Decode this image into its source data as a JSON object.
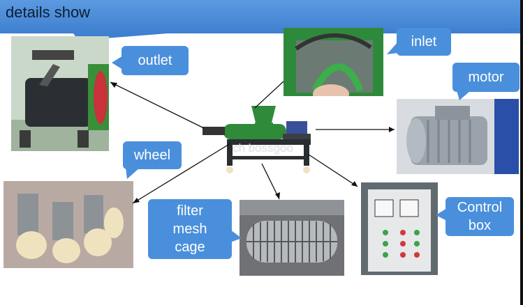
{
  "header": {
    "title": "details show"
  },
  "labels": {
    "outlet": "outlet",
    "inlet": "inlet",
    "motor": "motor",
    "wheel": "wheel",
    "filter": "filter mesh cage",
    "control": "Control box"
  },
  "watermark": "ch bossgoo",
  "colors": {
    "accent": "#4a8fdb",
    "header": "#3f80d0",
    "machine_green": "#2f8a3a"
  }
}
